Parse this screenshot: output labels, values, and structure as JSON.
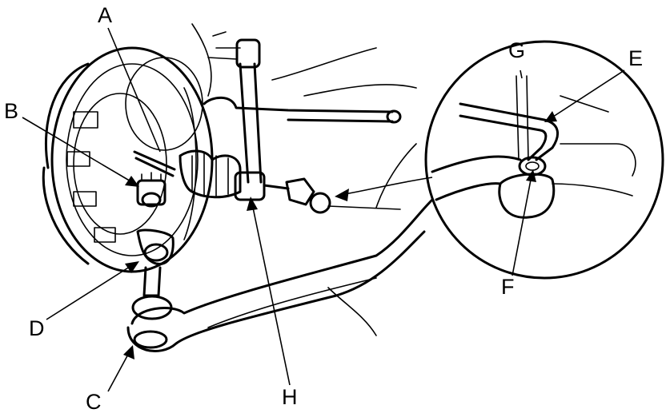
{
  "labels": {
    "A": "A",
    "B": "B",
    "C": "C",
    "D": "D",
    "E": "E",
    "F": "F",
    "G": "G",
    "H": "H"
  },
  "colors": {
    "line": "#000000",
    "background": "#ffffff"
  }
}
